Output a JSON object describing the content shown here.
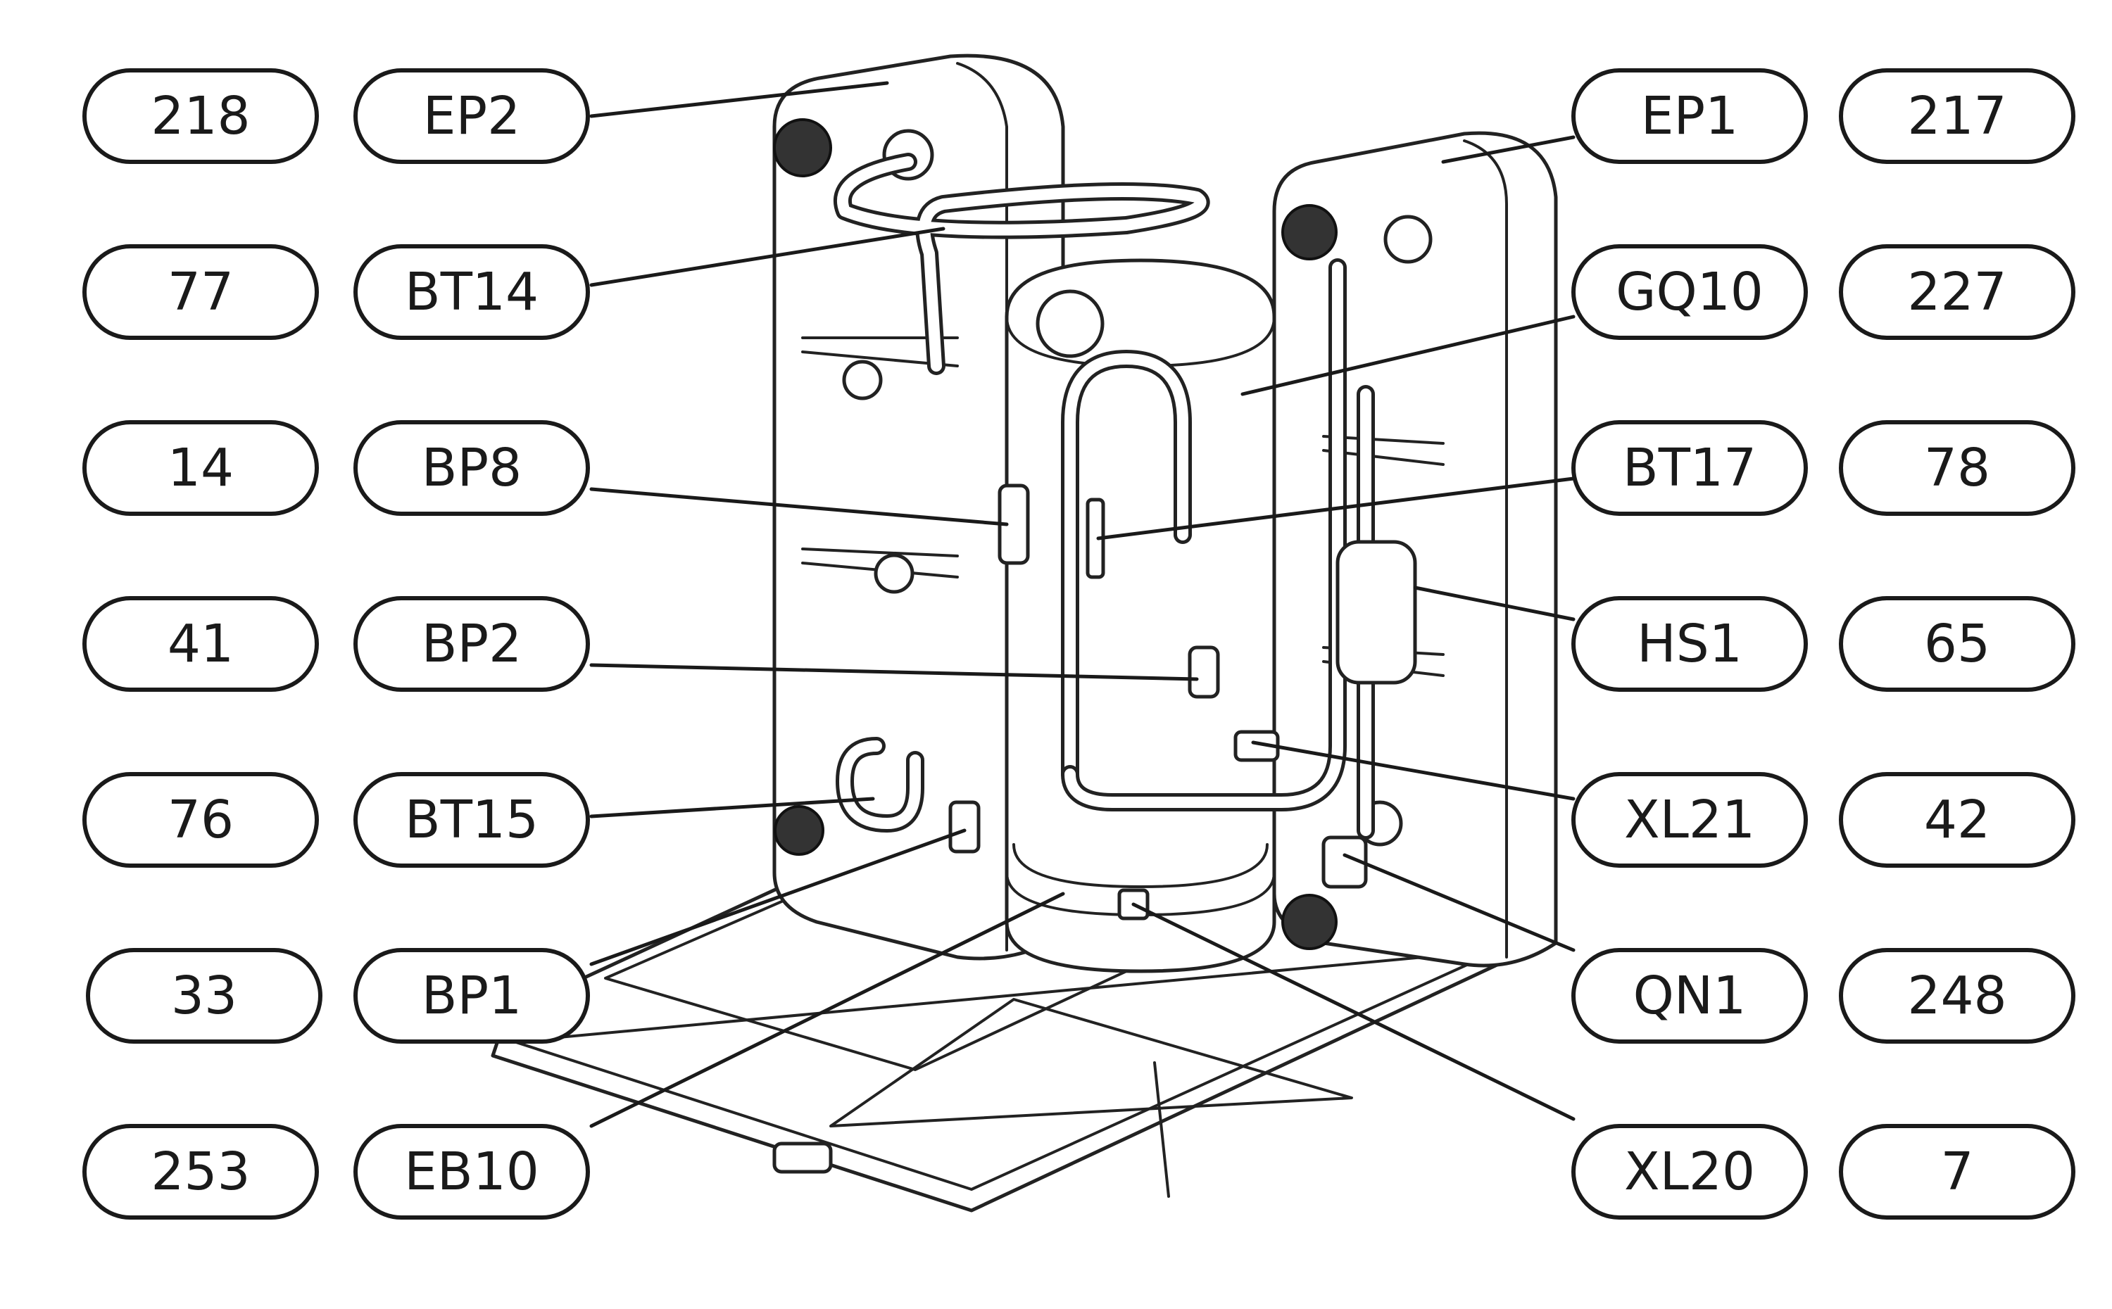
{
  "diagram": {
    "left_numbers": [
      "218",
      "77",
      "14",
      "41",
      "76",
      "33",
      "253"
    ],
    "left_codes": [
      "EP2",
      "BT14",
      "BP8",
      "BP2",
      "BT15",
      "BP1",
      "EB10"
    ],
    "right_codes": [
      "EP1",
      "GQ10",
      "BT17",
      "HS1",
      "XL21",
      "QN1",
      "XL20"
    ],
    "right_numbers": [
      "217",
      "227",
      "78",
      "65",
      "42",
      "248",
      "7"
    ]
  }
}
